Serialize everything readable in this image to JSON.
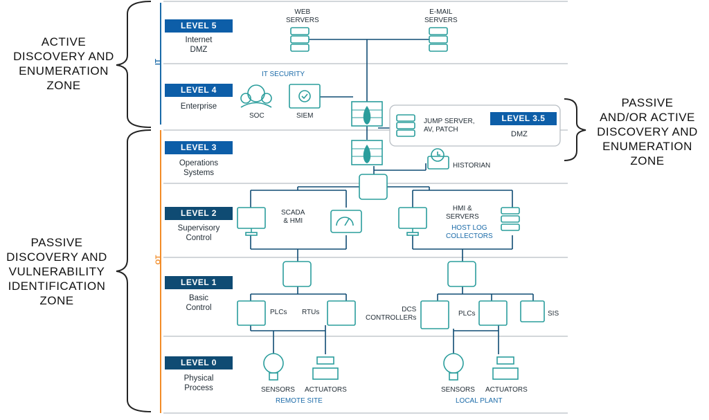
{
  "zones": {
    "active": [
      "ACTIVE",
      "DISCOVERY AND",
      "ENUMERATION",
      "ZONE"
    ],
    "passive": [
      "PASSIVE",
      "DISCOVERY AND",
      "VULNERABILITY",
      "IDENTIFICATION",
      "ZONE"
    ],
    "mixed": [
      "PASSIVE",
      "AND/OR ACTIVE",
      "DISCOVERY AND",
      "ENUMERATION",
      "ZONE"
    ]
  },
  "side_labels": {
    "it": "IT",
    "ot": "OT"
  },
  "levels": [
    {
      "badge": "LEVEL 5",
      "name": [
        "Internet",
        "DMZ"
      ]
    },
    {
      "badge": "LEVEL 4",
      "name": [
        "Enterprise"
      ]
    },
    {
      "badge": "LEVEL 3",
      "name": [
        "Operations",
        "Systems"
      ]
    },
    {
      "badge": "LEVEL 2",
      "name": [
        "Supervisory",
        "Control"
      ]
    },
    {
      "badge": "LEVEL 1",
      "name": [
        "Basic",
        "Control"
      ]
    },
    {
      "badge": "LEVEL 0",
      "name": [
        "Physical",
        "Process"
      ]
    }
  ],
  "dmz35": {
    "badge": "LEVEL 3.5",
    "name": "DMZ",
    "jump": [
      "JUMP SERVER,",
      "AV, PATCH"
    ]
  },
  "labels": {
    "web_servers": [
      "WEB",
      "SERVERS"
    ],
    "email_servers": [
      "E-MAIL",
      "SERVERS"
    ],
    "it_security": "IT SECURITY",
    "soc": "SOC",
    "siem": "SIEM",
    "historian": "HISTORIAN",
    "scada_hmi": [
      "SCADA",
      "& HMI"
    ],
    "hmi_servers": [
      "HMI &",
      "SERVERS"
    ],
    "host_log": [
      "HOST LOG",
      "COLLECTORS"
    ],
    "plcs_left": "PLCs",
    "rtus": "RTUs",
    "dcs": [
      "DCS",
      "CONTROLLERs"
    ],
    "plcs_right": "PLCs",
    "sis": "SIS",
    "sensors_left": "SENSORS",
    "actuators_left": "ACTUATORS",
    "sensors_right": "SENSORS",
    "actuators_right": "ACTUATORS",
    "remote_site": "REMOTE SITE",
    "local_plant": "LOCAL PLANT"
  },
  "colors": {
    "teal": "#2a9d9c",
    "navy": "#0f4b73",
    "blue": "#0d5ea8",
    "orange": "#f28c28",
    "gray": "#b8bec4"
  }
}
